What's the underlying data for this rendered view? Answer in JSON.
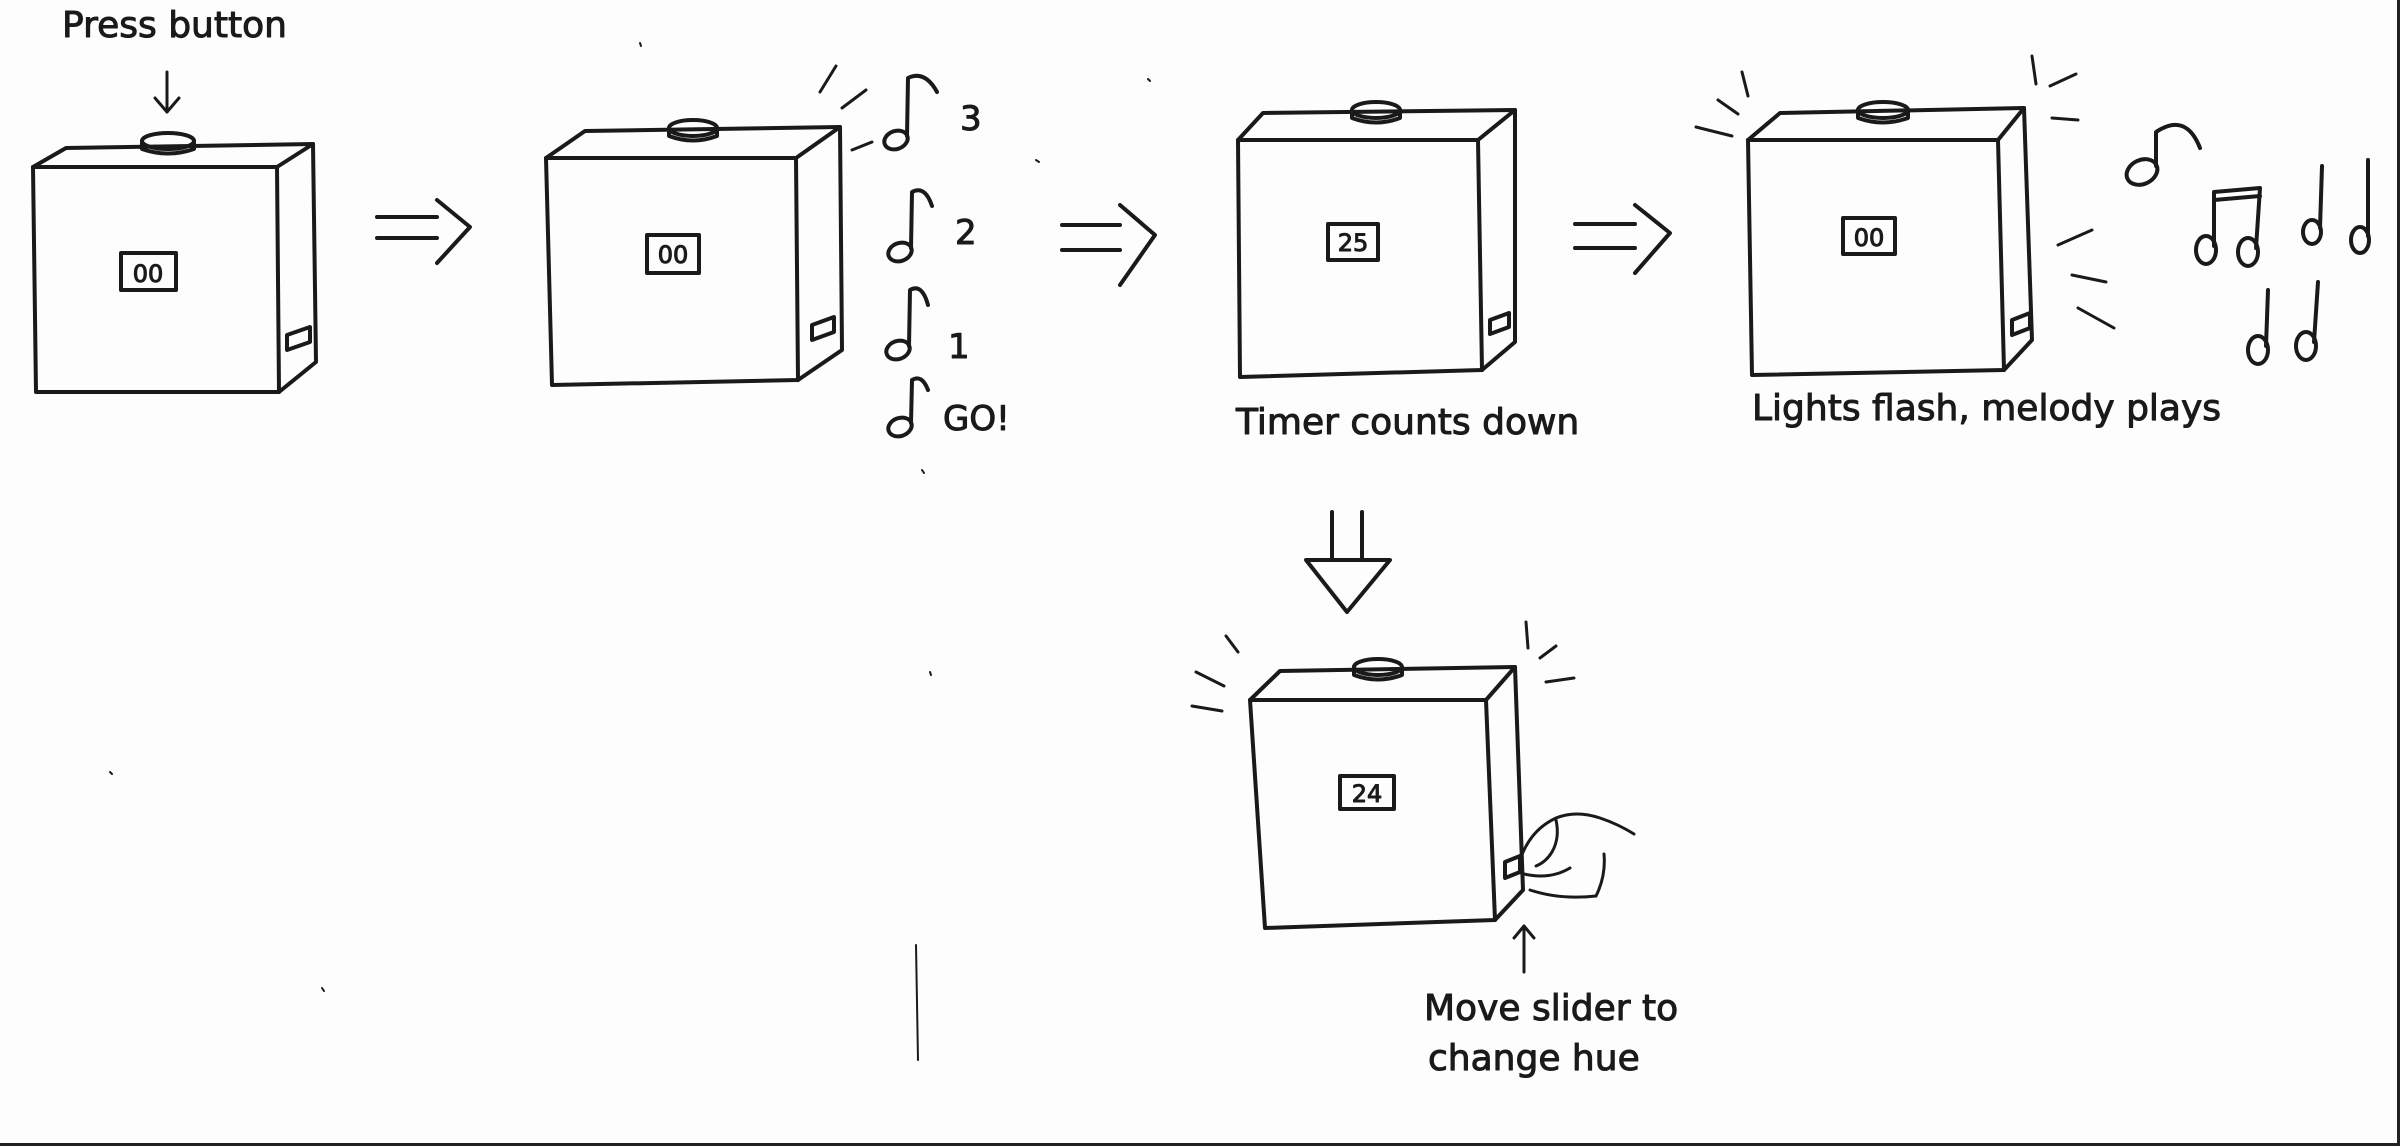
{
  "colors": {
    "ink": "#1a1a1a",
    "paper": "#fdfdfd"
  },
  "labels": {
    "press_button": "Press button",
    "timer_counts_down": "Timer counts down",
    "lights_flash": "Lights flash, melody plays",
    "move_slider_line1": "Move slider to",
    "move_slider_line2": "change hue"
  },
  "countdown": [
    "3",
    "2",
    "1",
    "GO!"
  ],
  "displays": {
    "box1": "00",
    "box2": "00",
    "box3": "25",
    "box4": "00",
    "box5": "24"
  }
}
